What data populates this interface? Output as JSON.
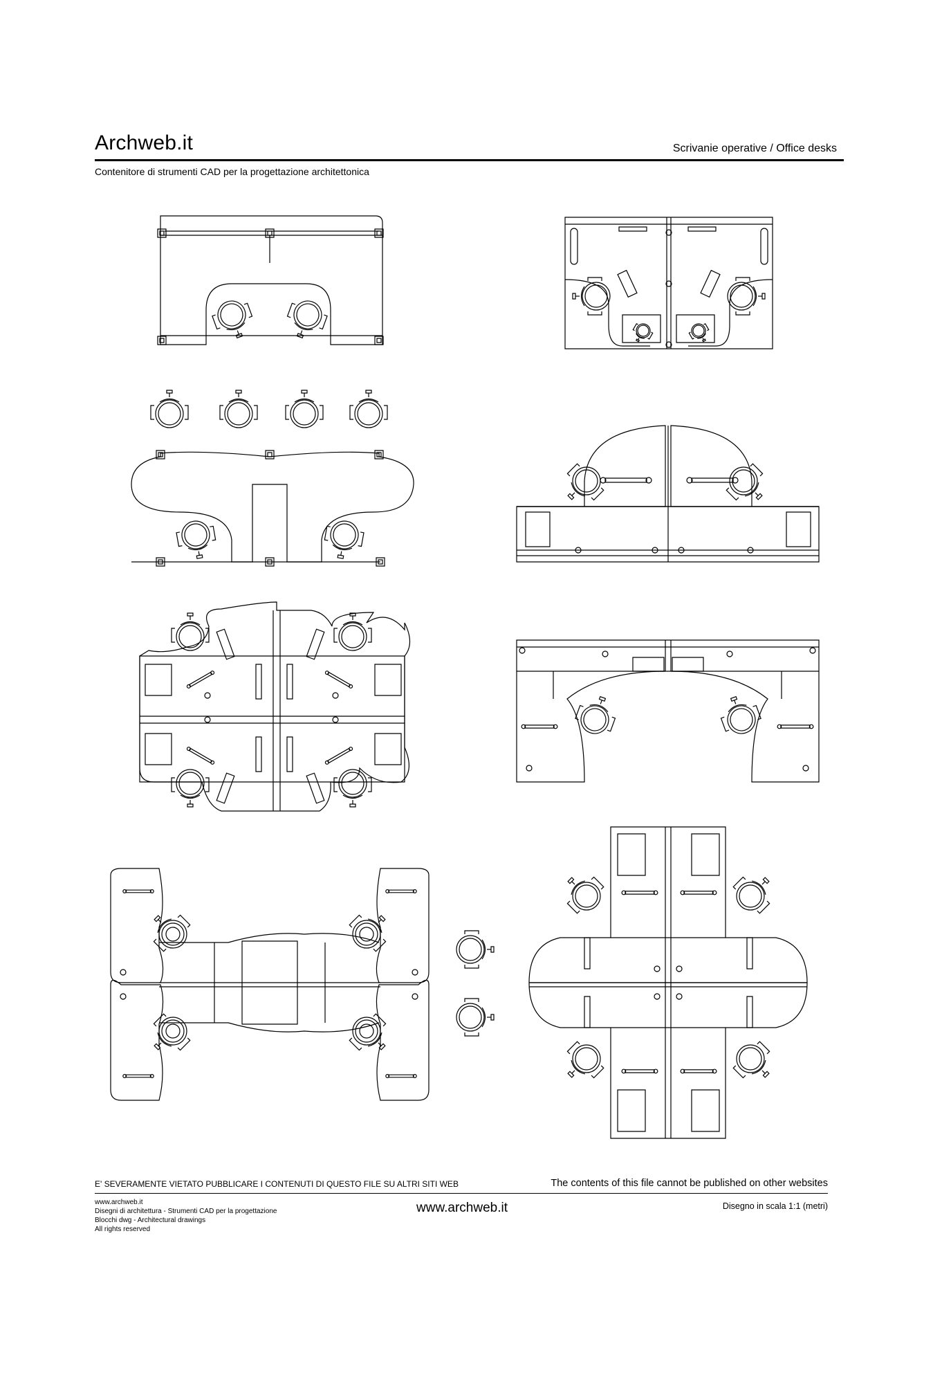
{
  "header": {
    "brand": "Archweb.it",
    "section_title": "Scrivanie operative  /  Office desks",
    "subtitle": "Contenitore di strumenti CAD per la progettazione architettonica"
  },
  "drawings": [
    {
      "id": "desk-layout-1"
    },
    {
      "id": "desk-layout-2"
    },
    {
      "id": "desk-layout-3"
    },
    {
      "id": "desk-layout-4"
    },
    {
      "id": "desk-layout-5"
    },
    {
      "id": "desk-layout-6"
    },
    {
      "id": "desk-layout-7"
    },
    {
      "id": "desk-layout-8"
    }
  ],
  "footer": {
    "warning_it": "E' SEVERAMENTE VIETATO PUBBLICARE I CONTENUTI DI QUESTO FILE SU ALTRI SITI WEB",
    "warning_en": "The contents of this file cannot be published on other websites",
    "credits": [
      "www.archweb.it",
      "Disegni di architettura - Strumenti CAD  per la progettazione",
      "Blocchi dwg - Architectural drawings",
      "All rights reserved"
    ],
    "url": "www.archweb.it",
    "scale": "Disegno in scala 1:1 (metri)"
  }
}
